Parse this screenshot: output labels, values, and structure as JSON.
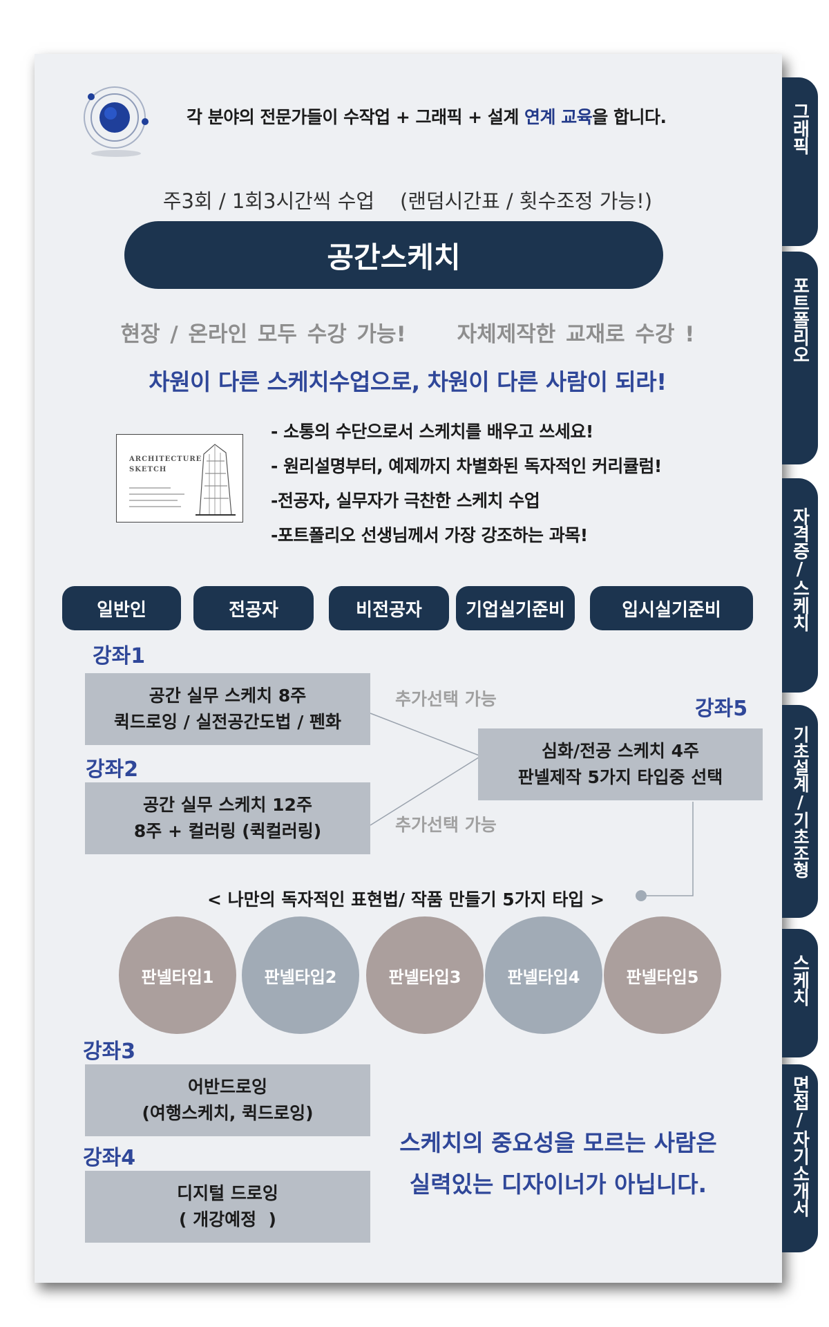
{
  "intro": {
    "before": "각 분야의 전문가들이 수작업 + 그래픽 + 설계 ",
    "highlight": "연계 교육",
    "after": "을 합니다."
  },
  "schedule": "주3회 / 1회3시간씩 수업    (랜덤시간표 / 횟수조정 가능!)",
  "title": "공간스케치",
  "gray_line": "현장 / 온라인 모두 수강 가능!     자체제작한 교재로 수강 !",
  "blue_line": "차원이 다른 스케치수업으로, 차원이 다른 사람이 되라!",
  "book": {
    "line1": "ARCHITECTURE",
    "line2": "SKETCH"
  },
  "bullets": [
    "- 소통의 수단으로서 스케치를 배우고 쓰세요!",
    "- 원리설명부터, 예제까지 차별화된 독자적인 커리큘럼!",
    "-전공자, 실무자가 극찬한 스케치 수업",
    "-포트폴리오 선생님께서 가장 강조하는 과목!"
  ],
  "chips": [
    "일반인",
    "전공자",
    "비전공자",
    "기업실기준비",
    "입시실기준비"
  ],
  "lectures": {
    "l1": {
      "label": "강좌1",
      "line1": "공간 실무 스케치 8주",
      "line2": "퀵드로잉 / 실전공간도법 / 펜화"
    },
    "l2": {
      "label": "강좌2",
      "line1": "공간 실무 스케치 12주",
      "line2": "8주 + 컬러링 (퀵컬러링)"
    },
    "l3": {
      "label": "강좌3",
      "line1": "어반드로잉",
      "line2": "(여행스케치, 퀵드로잉)"
    },
    "l4": {
      "label": "강좌4",
      "line1": "디지털 드로잉",
      "line2": "( 개강예정  )"
    },
    "l5": {
      "label": "강좌5",
      "line1": "심화/전공 스케치 4주",
      "line2": "판넬제작 5가지 타입중 선택"
    }
  },
  "optional": "추가선택 가능",
  "types_caption": "< 나만의 독자적인 표현법/ 작품 만들기 5가지 타입 >",
  "panel_types": [
    "판넬타입1",
    "판넬타입2",
    "판넬타입3",
    "판넬타입4",
    "판넬타입5"
  ],
  "quote": {
    "line1": "스케치의 중요성을 모르는 사람은",
    "line2": "실력있는 디자이너가 아닙니다."
  },
  "tabs": [
    "그래픽",
    "포트폴리오",
    "자격증/스케치",
    "기초설계/기초조형",
    "스케치",
    "면접/자기소개서"
  ],
  "colors": {
    "navy": "#1c344f",
    "blue_text": "#2f4799",
    "box_gray": "#b8bec6",
    "taupe": "#ab9f9d",
    "slate": "#a1abb6"
  }
}
